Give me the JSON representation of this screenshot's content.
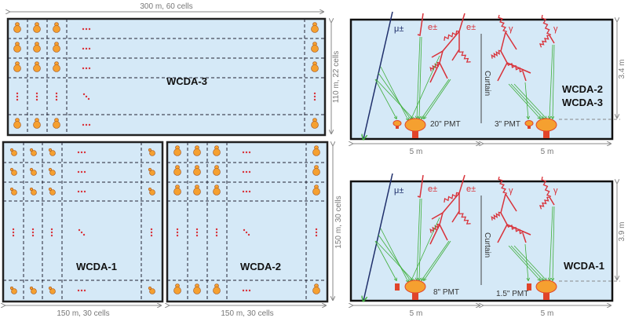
{
  "arrays": {
    "wcda3": {
      "label": "WCDA-3",
      "width_dim": "300 m, 60 cells",
      "height_dim": "110 m, 22 cells"
    },
    "wcda1": {
      "label": "WCDA-1",
      "width_dim": "150 m, 30 cells"
    },
    "wcda2": {
      "label": "WCDA-2",
      "width_dim": "150 m, 30 cells",
      "height_dim": "150 m, 30 cells"
    }
  },
  "tanks": {
    "top": {
      "labels": [
        "WCDA-2",
        "WCDA-3"
      ],
      "height_dim": "3.4 m",
      "large_pmt": "20\" PMT",
      "small_pmt": "3\" PMT",
      "cell_width_left": "5 m",
      "cell_width_right": "5 m",
      "curtain": "Curtain",
      "muon": "μ±",
      "electron": "e±",
      "gamma": "γ"
    },
    "bottom": {
      "labels": [
        "WCDA-1"
      ],
      "height_dim": "3.9 m",
      "large_pmt": "8\" PMT",
      "small_pmt": "1.5\" PMT",
      "cell_width_left": "5 m",
      "cell_width_right": "5 m",
      "curtain": "Curtain",
      "muon": "μ±",
      "electron": "e±",
      "gamma": "γ"
    }
  },
  "colors": {
    "water": "#d5e9f7",
    "pmt": "#f5a030",
    "shower": "#d8323a",
    "photon": "#3fae3a",
    "muon": "#1f2f6b"
  }
}
